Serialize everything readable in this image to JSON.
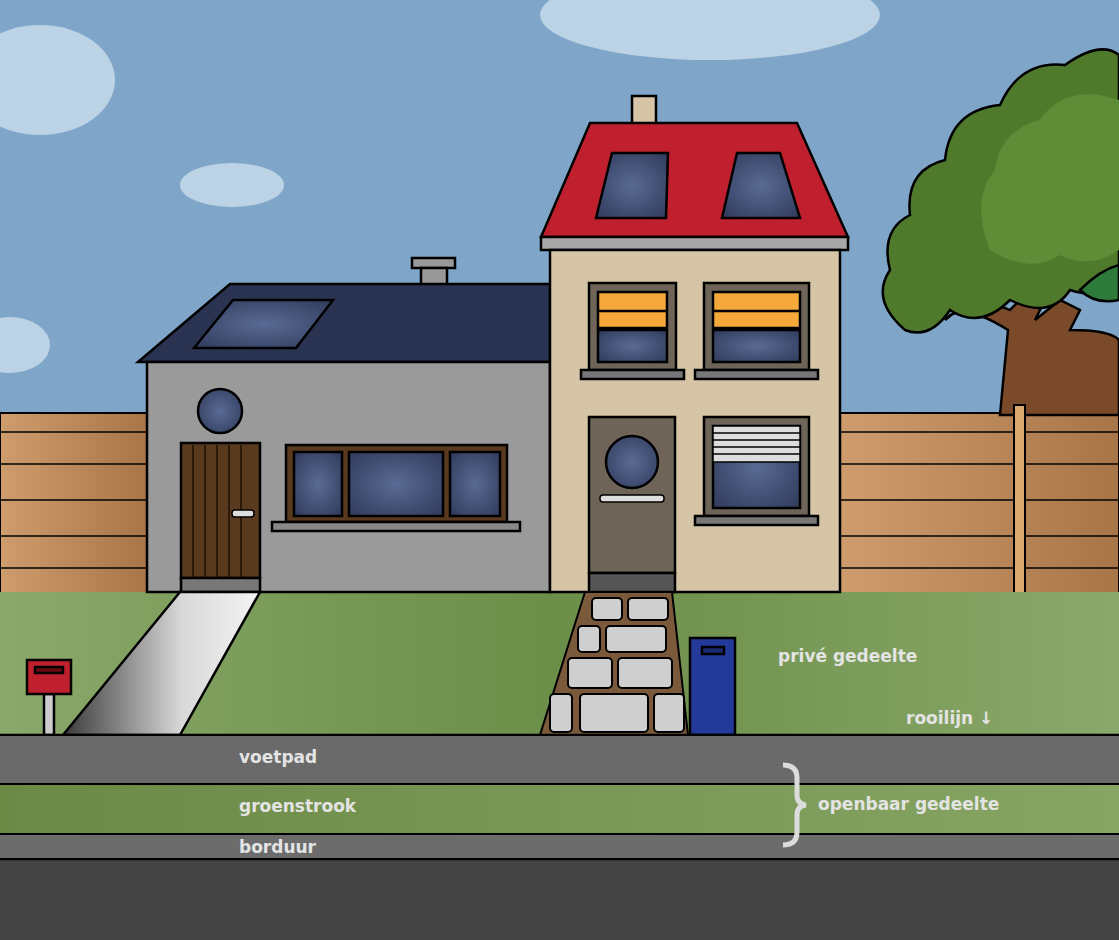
{
  "diagram": {
    "nodes": [
      {
        "text": [
          "voetpad"
        ]
      },
      {
        "text": [
          "groenstrook"
        ]
      },
      {
        "text": [
          "borduur"
        ]
      }
    ],
    "labels": [
      "privé gedeelte",
      "rooilijn ↓",
      "openbaar gedeelte"
    ]
  }
}
